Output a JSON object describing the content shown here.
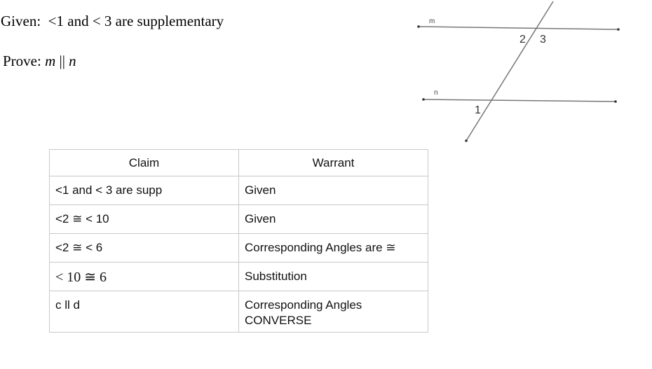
{
  "given": {
    "label": "Given:",
    "text": "<1 and < 3 are supplementary"
  },
  "prove": {
    "label": "Prove:",
    "line1": "m",
    "parallel": "||",
    "line2": "n"
  },
  "diagram": {
    "line_m_label": "m",
    "line_n_label": "n",
    "angle_1": "1",
    "angle_2": "2",
    "angle_3": "3"
  },
  "table": {
    "headers": [
      "Claim",
      "Warrant"
    ],
    "rows": [
      {
        "claim": "<1 and < 3 are supp",
        "warrant": "Given"
      },
      {
        "claim": "<2  ≅ < 10",
        "warrant": "Given"
      },
      {
        "claim": "<2 ≅ < 6",
        "warrant": "Corresponding Angles are ≅"
      },
      {
        "claim": "< 10 ≅ 6",
        "warrant": "Substitution"
      },
      {
        "claim": "c ll d",
        "warrant": "Corresponding Angles\nCONVERSE"
      }
    ]
  }
}
